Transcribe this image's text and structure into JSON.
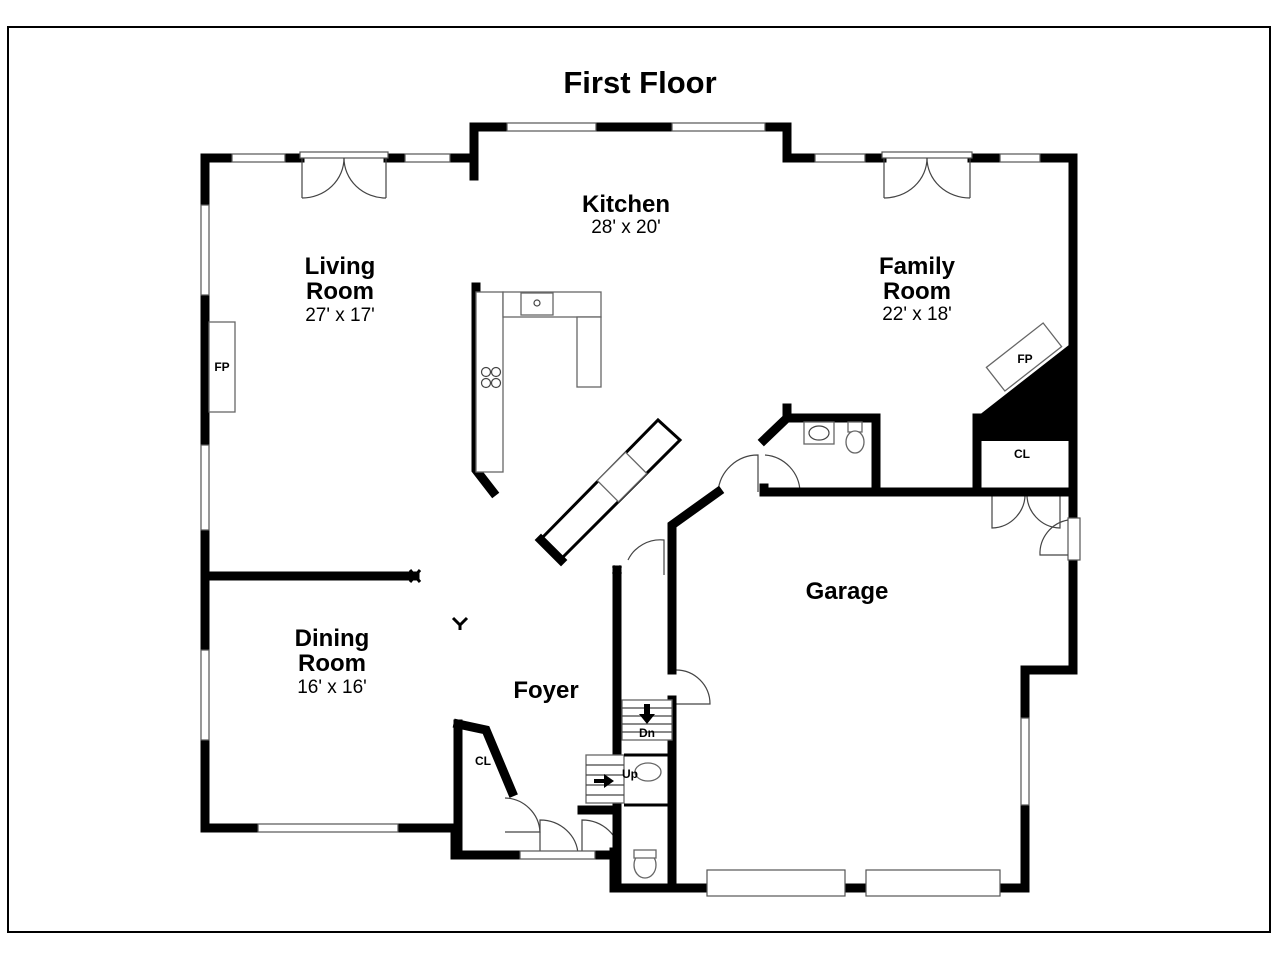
{
  "title": "First Floor",
  "rooms": {
    "kitchen": {
      "name": "Kitchen",
      "dims": "28' x 20'"
    },
    "living": {
      "name_line1": "Living",
      "name_line2": "Room",
      "dims": "27' x 17'"
    },
    "family": {
      "name_line1": "Family",
      "name_line2": "Room",
      "dims": "22' x 18'"
    },
    "dining": {
      "name_line1": "Dining",
      "name_line2": "Room",
      "dims": "16' x 16'"
    },
    "garage": {
      "name": "Garage"
    },
    "foyer": {
      "name": "Foyer"
    }
  },
  "labels": {
    "fp_living": "FP",
    "fp_family": "FP",
    "cl_family": "CL",
    "cl_foyer": "CL",
    "stairs_down": "Dn",
    "stairs_up": "Up"
  }
}
